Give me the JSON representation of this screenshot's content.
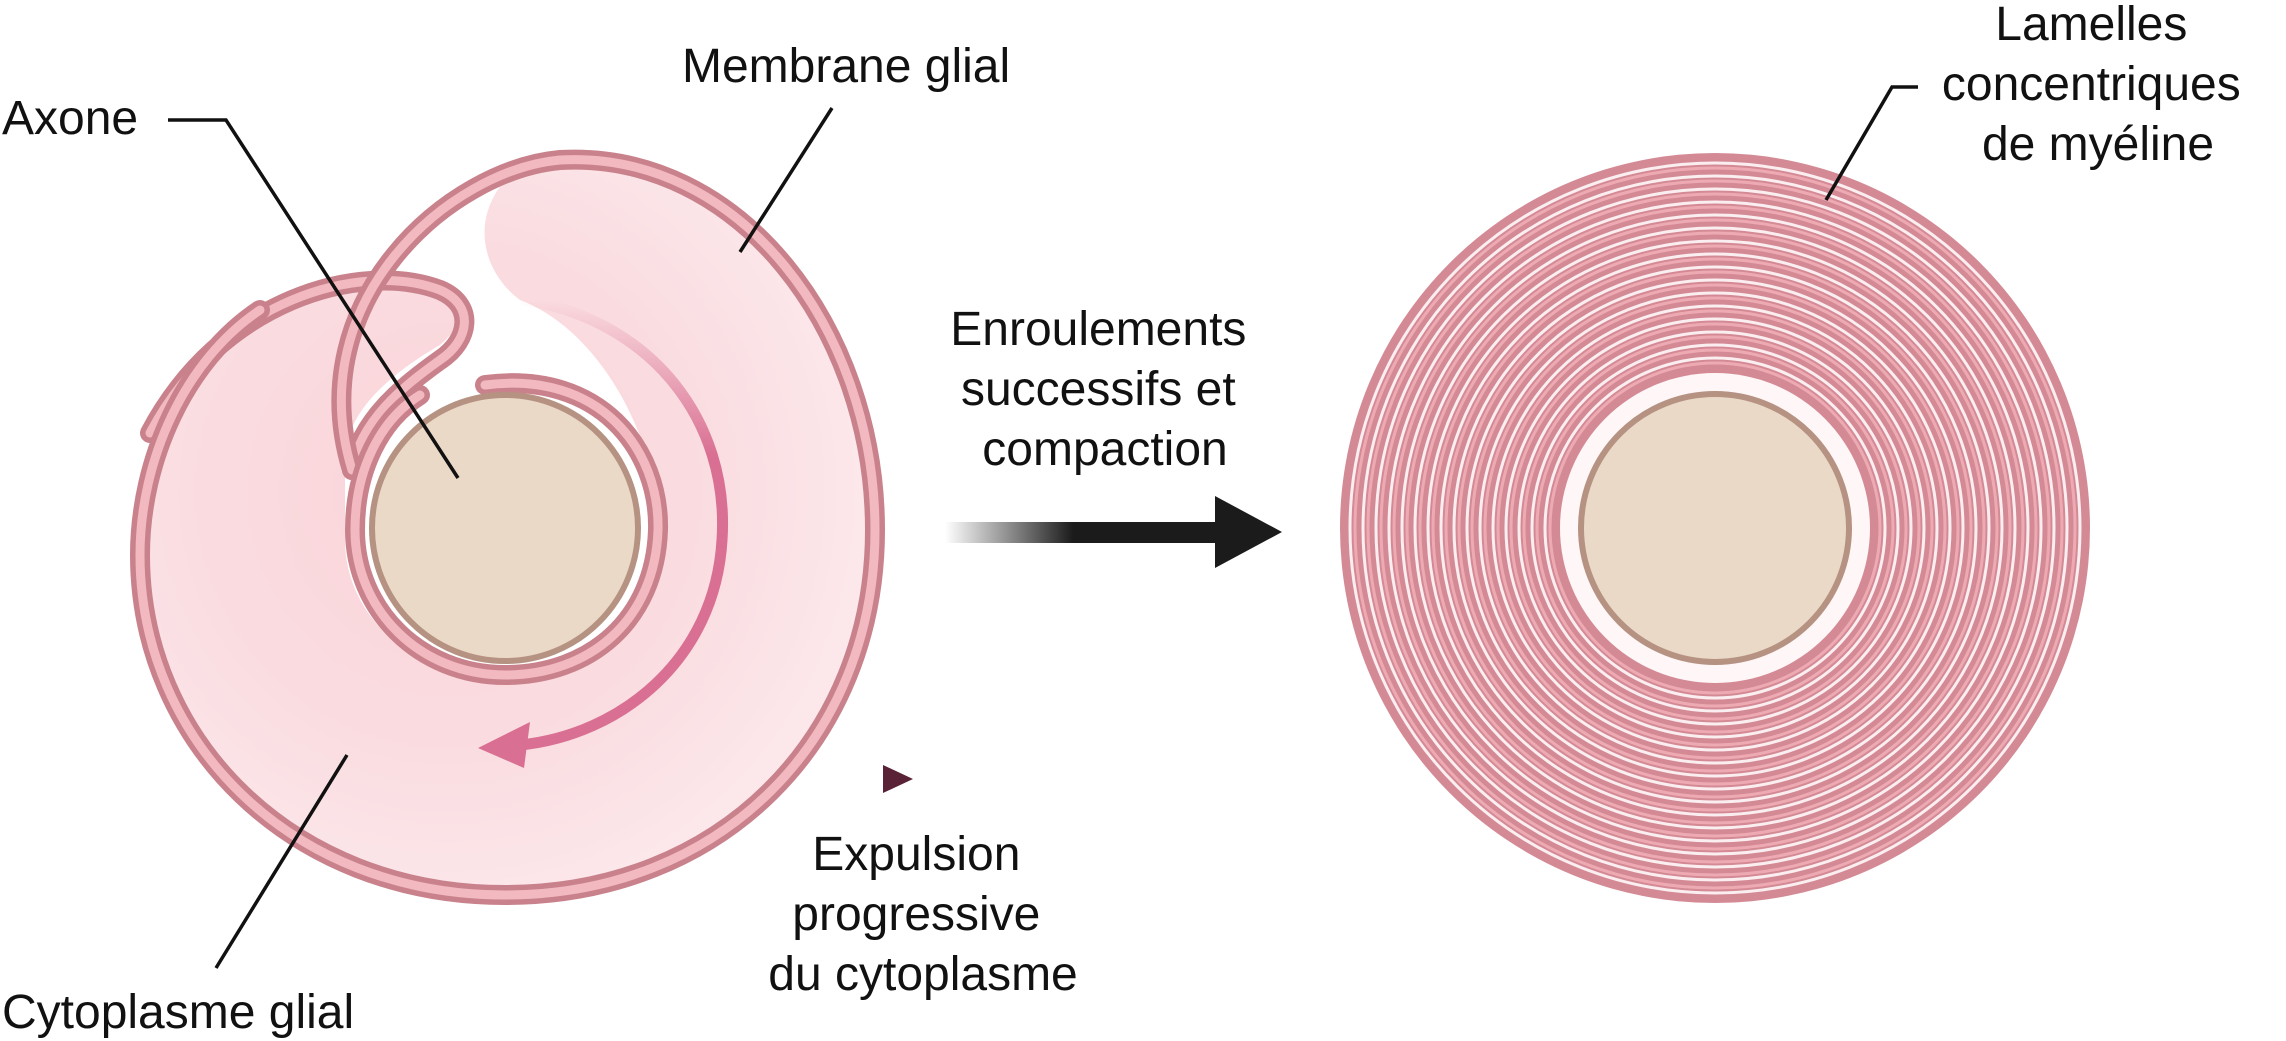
{
  "labels": {
    "axone": "Axone",
    "membrane": "Membrane glial",
    "cytoplasme": "Cytoplasme glial",
    "process": [
      "Enroulements",
      "successifs et",
      "compaction"
    ],
    "expulsion": [
      "Expulsion",
      "progressive",
      "du cytoplasme"
    ],
    "lamelles": [
      "Lamelles",
      "concentriques",
      "de myéline"
    ]
  },
  "colors": {
    "membrane_stroke": "#c9828c",
    "membrane_fill": "#f2b9c0",
    "cytoplasm": "#fbe3e6",
    "axon_fill": "#ead9c6",
    "axon_stroke": "#b69282",
    "arrow_pink": "#d96f92",
    "arrow_dark": "#1b1b1b",
    "arrow_maroon": "#5a2236"
  }
}
